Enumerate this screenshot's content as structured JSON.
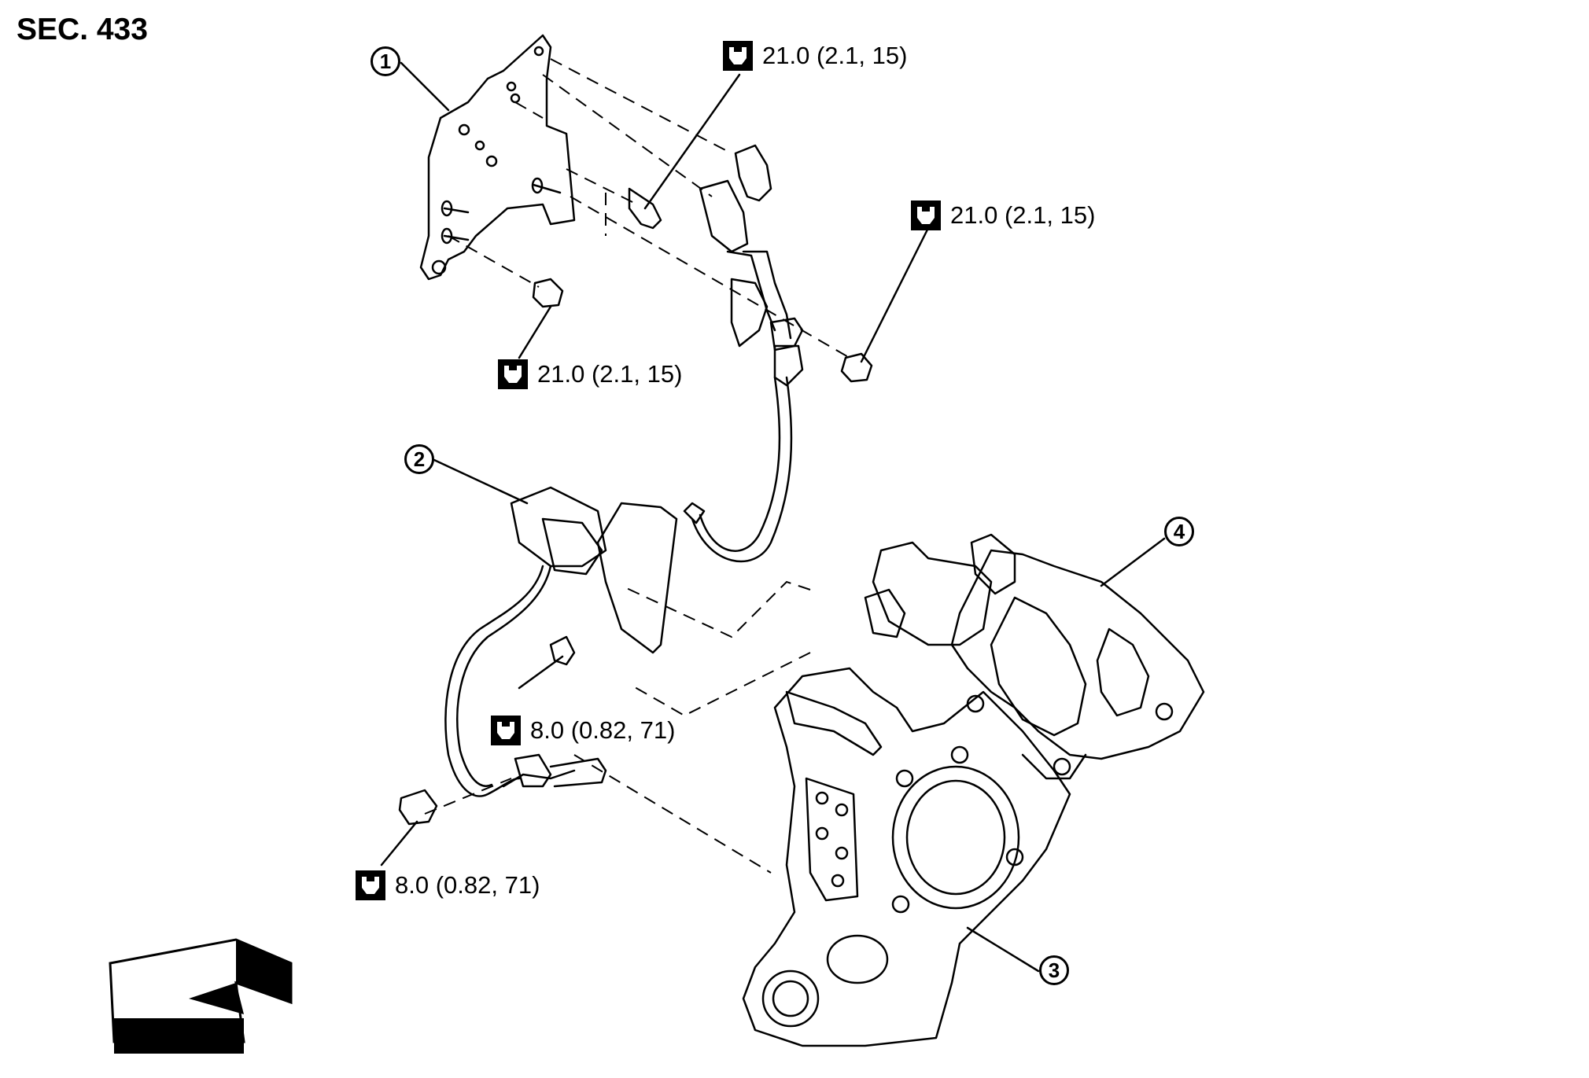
{
  "section_label": "SEC. 433",
  "torque_icon": "torque-wrench-icon",
  "torques": [
    {
      "value": "21.0 (2.1, 15)"
    },
    {
      "value": "21.0 (2.1, 15)"
    },
    {
      "value": "21.0 (2.1, 15)"
    },
    {
      "value": "8.0 (0.82, 71)"
    },
    {
      "value": "8.0 (0.82, 71)"
    }
  ],
  "callouts": [
    {
      "label": "1"
    },
    {
      "label": "2"
    },
    {
      "label": "3"
    },
    {
      "label": "4"
    }
  ],
  "direction_arrow_icon": "front-direction-arrow-icon"
}
